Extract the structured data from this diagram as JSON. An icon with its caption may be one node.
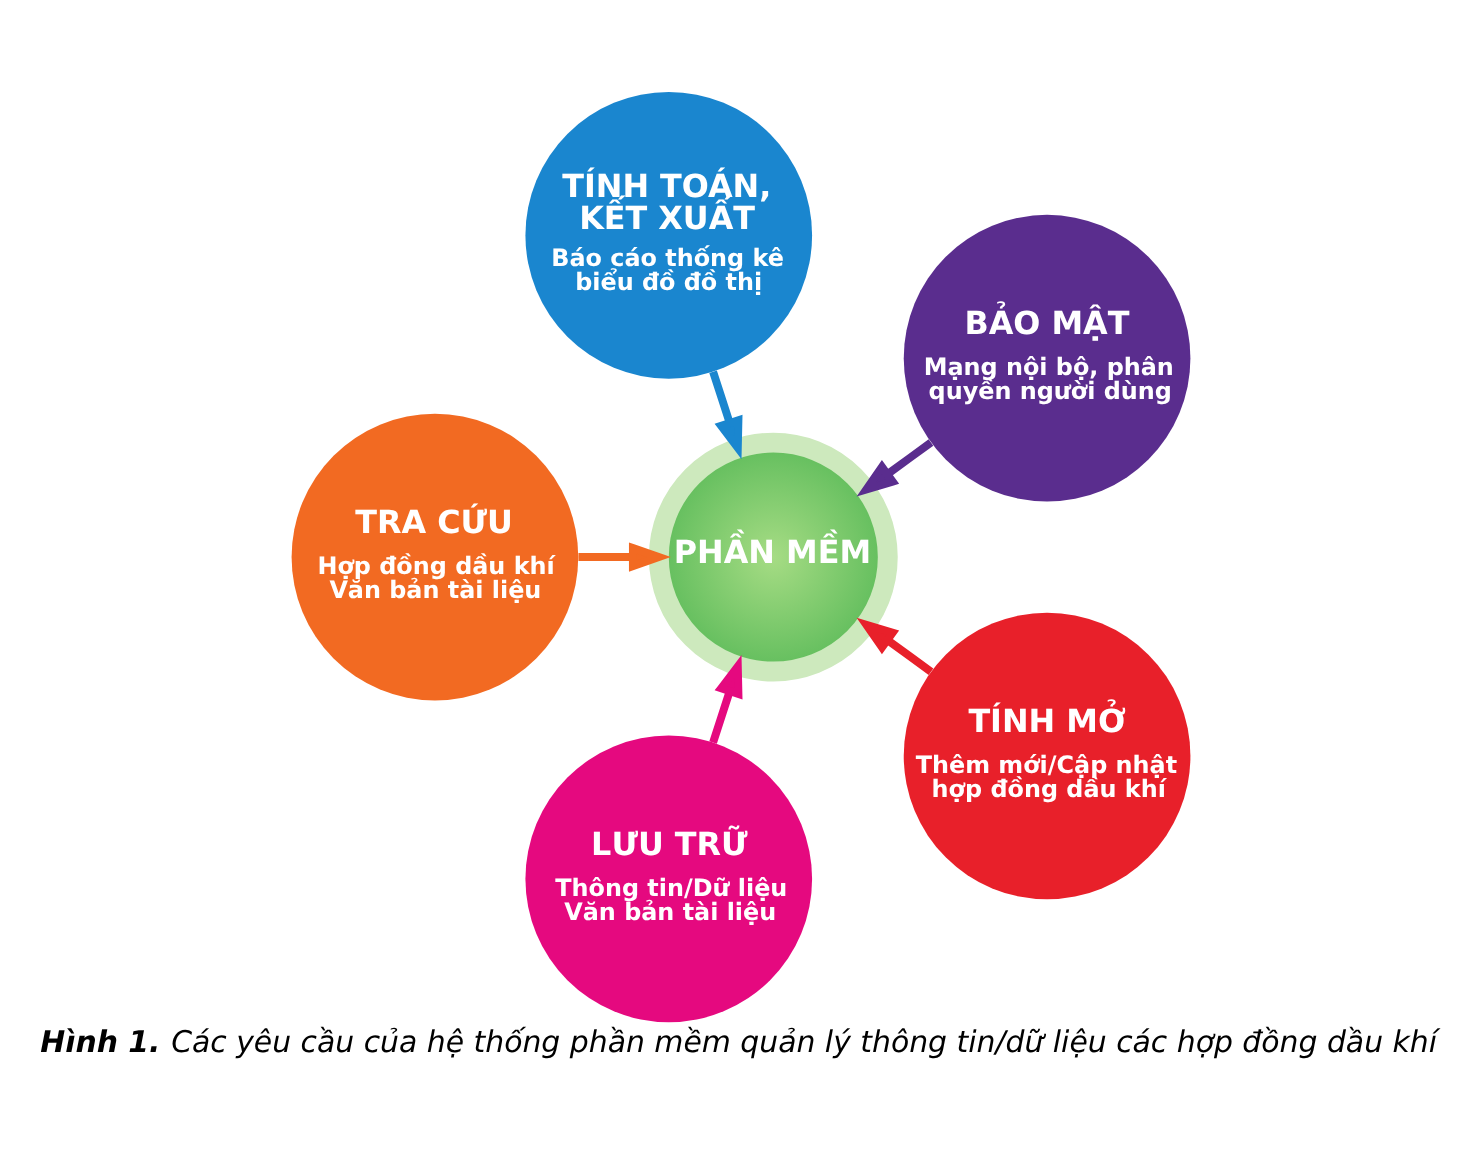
{
  "diagram": {
    "caption": "**Hình 1.** Các yêu cầu của hệ thống phần mềm quản lý thông tin/dữ liệu các hợp đồng dầu khí",
    "nodes": [
      {
        "text": [
          "TÍNH TOÁN, KẾT XUẤT",
          "Báo cáo thống kê biểu đồ đồ thị"
        ]
      },
      {
        "text": [
          "TRA CỨU",
          "Hợp đồng dầu khí Văn bản tài liệu"
        ]
      },
      {
        "text": [
          "PHẦN MỀM"
        ]
      },
      {
        "text": [
          "BẢO MẬT",
          "Mạng nội bộ, phân quyền người dùng"
        ]
      },
      {
        "text": [
          "LƯU TRỮ",
          "Thông tin/Dữ liệu Văn bản tài liệu"
        ]
      },
      {
        "text": [
          "TÍNH MỞ",
          "Thêm mới/Cập nhật hợp đồng dầu khí"
        ]
      }
    ],
    "edges": [
      {
        "from": 0,
        "to": 2,
        "arrow": "to",
        "color": "#1a86cf"
      },
      {
        "from": 3,
        "to": 2,
        "arrow": "to",
        "color": "#5a2d8e"
      },
      {
        "from": 5,
        "to": 2,
        "arrow": "to",
        "color": "#e8202a"
      },
      {
        "from": 4,
        "to": 2,
        "arrow": "to",
        "color": "#e5097f"
      },
      {
        "from": 1,
        "to": 2,
        "arrow": "to",
        "color": "#f26a22"
      }
    ]
  }
}
